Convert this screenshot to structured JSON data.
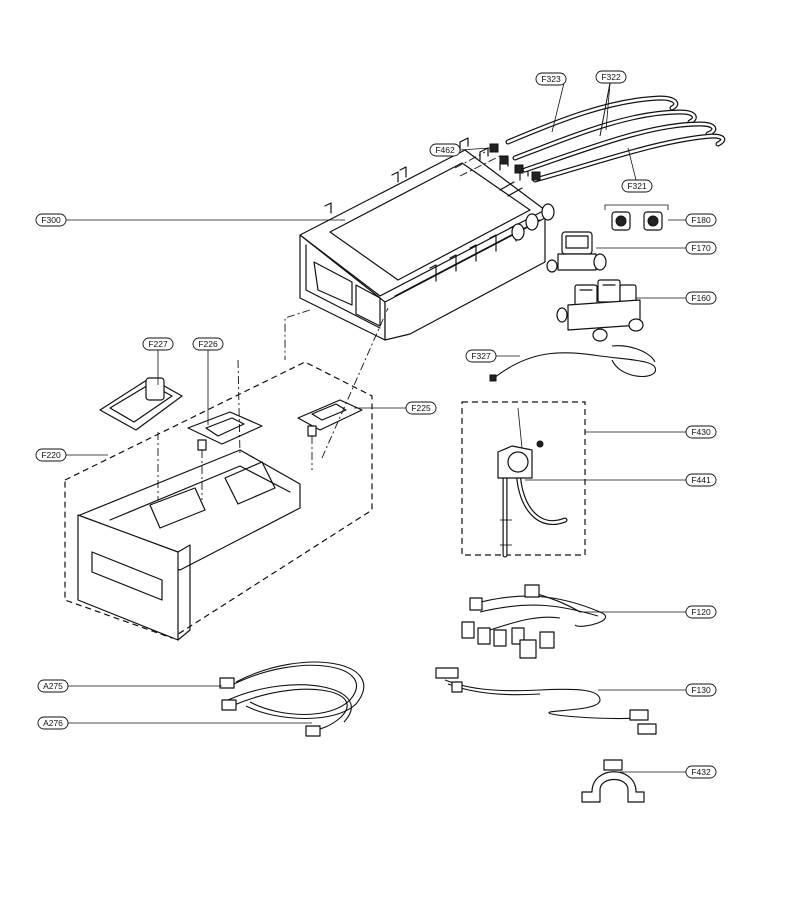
{
  "labels": [
    {
      "id": "F323",
      "text": "F323"
    },
    {
      "id": "F322",
      "text": "F322"
    },
    {
      "id": "F462",
      "text": "F462"
    },
    {
      "id": "F321",
      "text": "F321"
    },
    {
      "id": "F300",
      "text": "F300"
    },
    {
      "id": "F180",
      "text": "F180"
    },
    {
      "id": "F170",
      "text": "F170"
    },
    {
      "id": "F160",
      "text": "F160"
    },
    {
      "id": "F327",
      "text": "F327"
    },
    {
      "id": "F227",
      "text": "F227"
    },
    {
      "id": "F226",
      "text": "F226"
    },
    {
      "id": "F225",
      "text": "F225"
    },
    {
      "id": "F220",
      "text": "F220"
    },
    {
      "id": "F430",
      "text": "F430"
    },
    {
      "id": "F441",
      "text": "F441"
    },
    {
      "id": "F120",
      "text": "F120"
    },
    {
      "id": "F130",
      "text": "F130"
    },
    {
      "id": "A275",
      "text": "A275"
    },
    {
      "id": "A276",
      "text": "A276"
    },
    {
      "id": "F432",
      "text": "F432"
    }
  ]
}
